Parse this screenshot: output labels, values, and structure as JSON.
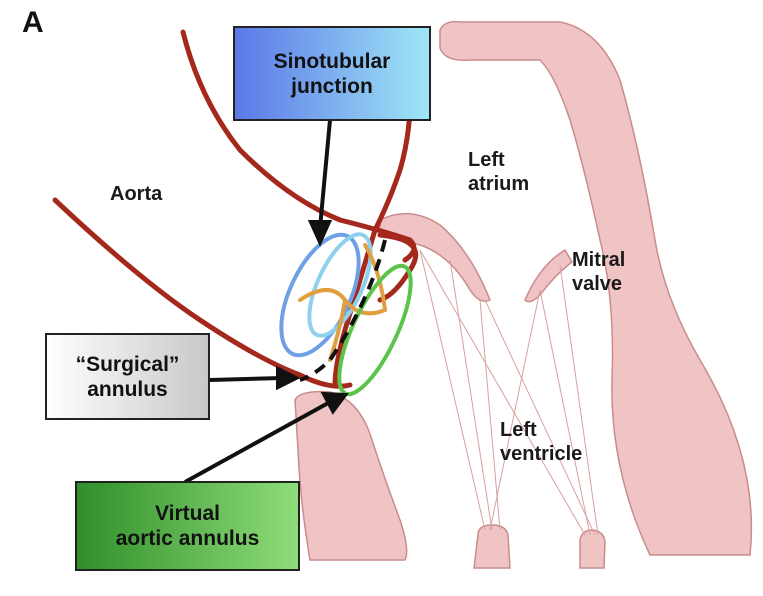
{
  "panel_letter": "A",
  "labels": {
    "aorta": "Aorta",
    "left_atrium_line1": "Left",
    "left_atrium_line2": "atrium",
    "mitral_valve_line1": "Mitral",
    "mitral_valve_line2": "valve",
    "left_ventricle_line1": "Left",
    "left_ventricle_line2": "ventricle"
  },
  "boxes": {
    "sinotubular": {
      "line1": "Sinotubular",
      "line2": "junction"
    },
    "surgical": {
      "line1": "“Surgical”",
      "line2": "annulus"
    },
    "virtual": {
      "line1": "Virtual",
      "line2": "aortic annulus"
    }
  },
  "colors": {
    "aorta_wall": "#a5281c",
    "tissue_fill": "#f0c4c4",
    "tissue_stroke": "#c98c8c",
    "ring_blue": "#6fa0e6",
    "ring_light_blue": "#8fd0ee",
    "leaflet_orange": "#e0a040",
    "ring_green": "#5cc44a",
    "box_blue_start": "#5b78e8",
    "box_blue_end": "#9fe6f6",
    "box_grey_start": "#ffffff",
    "box_grey_end": "#c8c8c8",
    "box_green_start": "#2f8f2a",
    "box_green_end": "#8fdc7a"
  }
}
